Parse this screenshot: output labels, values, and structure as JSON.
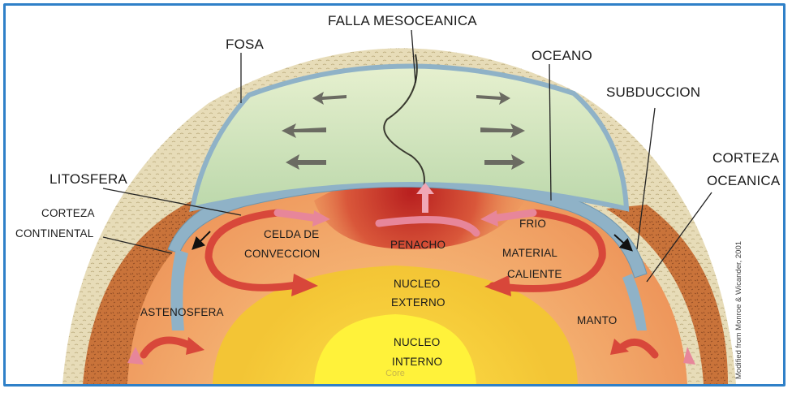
{
  "labels": {
    "falla": "FALLA MESOCEANICA",
    "fosa": "FOSA",
    "oceano": "OCEANO",
    "subduccion": "SUBDUCCION",
    "corteza_oceanica_1": "CORTEZA",
    "corteza_oceanica_2": "OCEANICA",
    "litosfera": "LITOSFERA",
    "corteza_continental_1": "CORTEZA",
    "corteza_continental_2": "CONTINENTAL",
    "celda_1": "CELDA DE",
    "celda_2": "CONVECCION",
    "penacho": "PENACHO",
    "frio": "FRIO",
    "material_1": "MATERIAL",
    "material_2": "CALIENTE",
    "nucleo_externo_1": "NUCLEO",
    "nucleo_externo_2": "EXTERNO",
    "astenosfera": "ASTENOSFERA",
    "manto": "MANTO",
    "nucleo_interno_1": "NUCLEO",
    "nucleo_interno_2": "INTERNO",
    "core": "Core",
    "credit": "Modified from Monroe & Wicander, 2001"
  },
  "colors": {
    "frame": "#2f80c8",
    "ocean_plate": "#cfe3b8",
    "lithosphere": "#8fb2c7",
    "mantle": "#f2a968",
    "plume": "#c8322a",
    "outer_core": "#f6cf3a",
    "inner_core": "#fff23a",
    "continental_crust": "#c9733a",
    "arrow_red": "#d8473a",
    "arrow_pink": "#e7869a"
  }
}
